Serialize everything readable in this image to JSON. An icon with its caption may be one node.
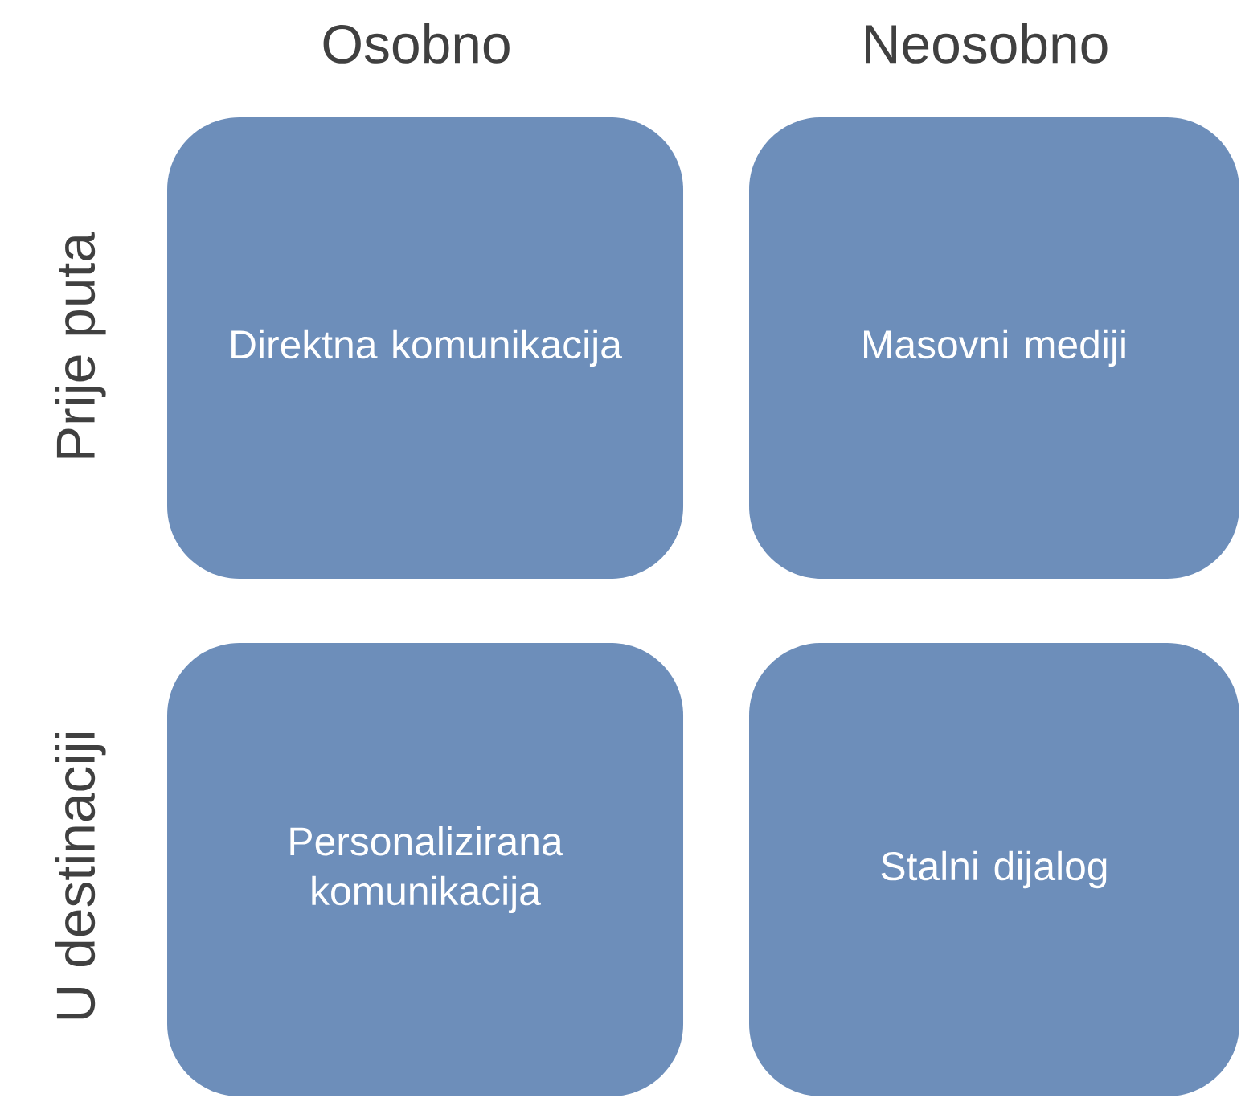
{
  "diagram": {
    "nodes": [
      {
        "text": [
          "Direktna komunikacija"
        ]
      },
      {
        "text": [
          "Masovni mediji"
        ]
      },
      {
        "text": [
          "Personalizirana komunikacija"
        ]
      },
      {
        "text": [
          "Stalni dijalog"
        ]
      }
    ],
    "labels": [
      "Osobno",
      "Neosobno",
      "Prije puta",
      "U destinaciji"
    ]
  }
}
